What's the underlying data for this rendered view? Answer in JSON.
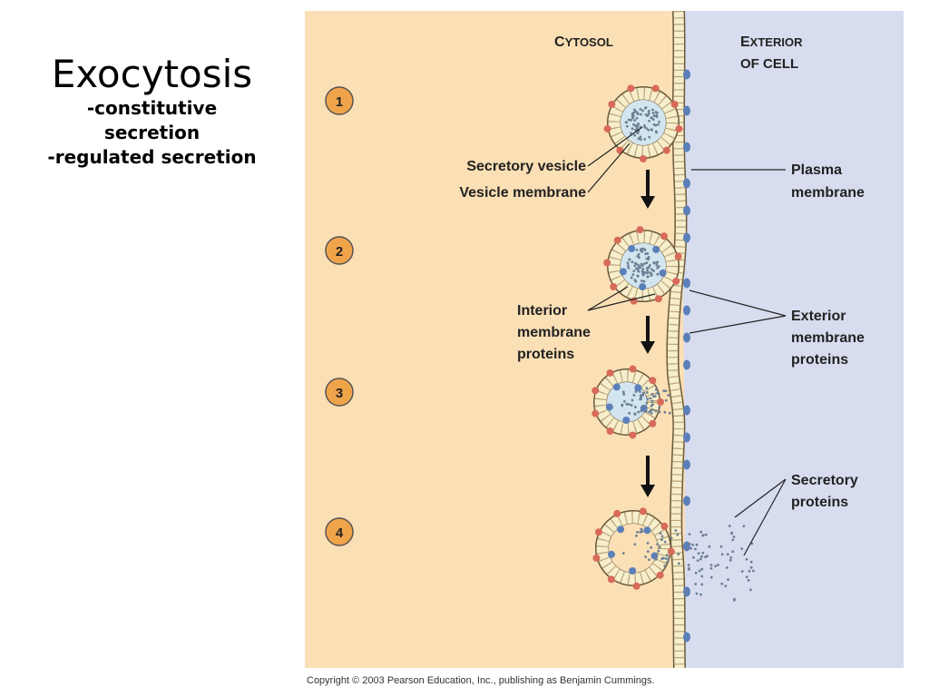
{
  "slide": {
    "title": "Exocytosis",
    "bullets": [
      "-constitutive",
      "secretion",
      "-regulated secretion"
    ]
  },
  "diagram": {
    "region_left": {
      "big": "C",
      "rest": "YTOSOL"
    },
    "region_right_line1": {
      "big": "E",
      "rest": "XTERIOR"
    },
    "region_right_line2": "OF CELL",
    "steps": [
      "1",
      "2",
      "3",
      "4"
    ],
    "labels": {
      "secretory_vesicle": "Secretory vesicle",
      "vesicle_membrane": "Vesicle membrane",
      "plasma_membrane": [
        "Plasma",
        "membrane"
      ],
      "interior_membrane_proteins": [
        "Interior",
        "membrane",
        "proteins"
      ],
      "exterior_membrane_proteins": [
        "Exterior",
        "membrane",
        "proteins"
      ],
      "secretory_proteins": [
        "Secretory",
        "proteins"
      ]
    },
    "colors": {
      "cytosol": "#fbdfb5",
      "exterior": "#d7ddef",
      "membrane": "#f7eecb",
      "step_badge": "#f0a44a",
      "vesicle_fill": "#d2e4ee",
      "interior_protein": "#d86a5a",
      "exterior_protein": "#5b7fb8",
      "cargo": "#6b7f95"
    }
  },
  "copyright": "Copyright © 2003 Pearson Education, Inc., publishing as Benjamin Cummings."
}
